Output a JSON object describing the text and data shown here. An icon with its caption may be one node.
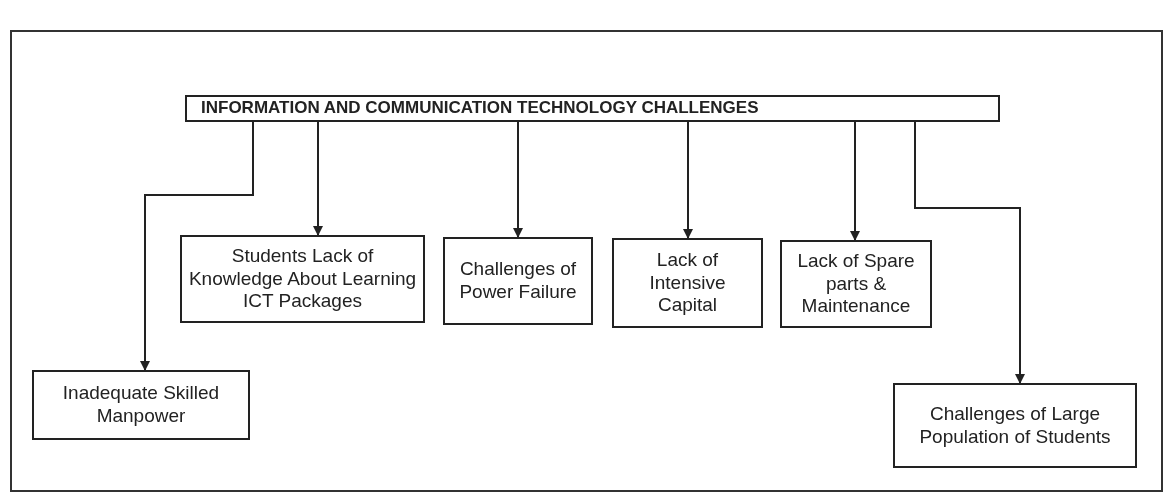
{
  "diagram": {
    "nodes": [
      {
        "text": [
          "INFORMATION AND COMMUNICATION TECHNOLOGY CHALLENGES"
        ]
      },
      {
        "text": [
          "Inadequate Skilled Manpower"
        ]
      },
      {
        "text": [
          "Students Lack of Knowledge About Learning ICT Packages"
        ]
      },
      {
        "text": [
          "Challenges of Power Failure"
        ]
      },
      {
        "text": [
          "Lack of Intensive Capital"
        ]
      },
      {
        "text": [
          "Lack of Spare parts & Maintenance"
        ]
      },
      {
        "text": [
          "Challenges of Large Population of Students"
        ]
      }
    ],
    "edges": [
      {
        "from": 0,
        "to": 1,
        "arrow": "to"
      },
      {
        "from": 0,
        "to": 2,
        "arrow": "to"
      },
      {
        "from": 0,
        "to": 3,
        "arrow": "to"
      },
      {
        "from": 0,
        "to": 4,
        "arrow": "to"
      },
      {
        "from": 0,
        "to": 5,
        "arrow": "to"
      },
      {
        "from": 0,
        "to": 6,
        "arrow": "to"
      }
    ]
  }
}
